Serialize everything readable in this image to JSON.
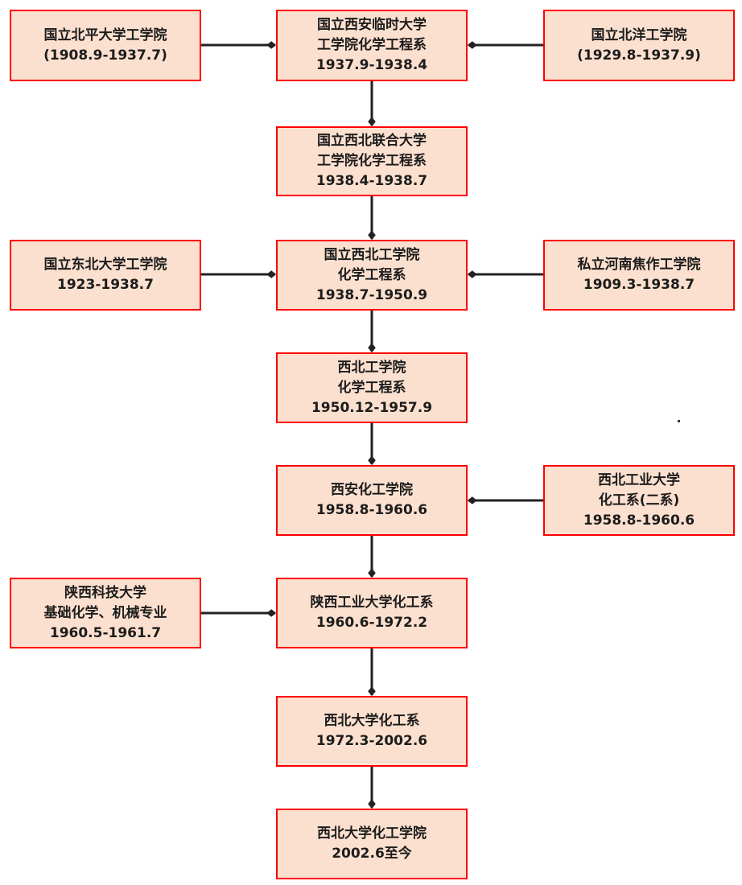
{
  "nodes": {
    "n1": {
      "lines": [
        "国立西安临时大学",
        "工学院化学工程系",
        "1937.9-1938.4"
      ]
    },
    "n2": {
      "lines": [
        "国立西北联合大学",
        "工学院化学工程系",
        "1938.4-1938.7"
      ]
    },
    "n3": {
      "lines": [
        "国立西北工学院",
        "化学工程系",
        "1938.7-1950.9"
      ]
    },
    "n4": {
      "lines": [
        "西北工学院",
        "化学工程系",
        "1950.12-1957.9"
      ]
    },
    "n5": {
      "lines": [
        "西安化工学院",
        "1958.8-1960.6"
      ]
    },
    "n6": {
      "lines": [
        "陕西工业大学化工系",
        "1960.6-1972.2"
      ]
    },
    "n7": {
      "lines": [
        "西北大学化工系",
        "1972.3-2002.6"
      ]
    },
    "n8": {
      "lines": [
        "西北大学化工学院",
        "2002.6至今"
      ]
    },
    "l1": {
      "lines": [
        "国立北平大学工学院",
        "(1908.9-1937.7)"
      ]
    },
    "r1": {
      "lines": [
        "国立北洋工学院",
        "(1929.8-1937.9)"
      ]
    },
    "l3": {
      "lines": [
        "国立东北大学工学院",
        "1923-1938.7"
      ]
    },
    "r3": {
      "lines": [
        "私立河南焦作工学院",
        "1909.3-1938.7"
      ]
    },
    "r5": {
      "lines": [
        "西北工业大学",
        "化工系(二系)",
        "1958.8-1960.6"
      ]
    },
    "l6": {
      "lines": [
        "陕西科技大学",
        "基础化学、机械专业",
        "1960.5-1961.7"
      ]
    }
  },
  "colors": {
    "fill": "#fce0cf",
    "border": "#ff0000",
    "connector": "#222222"
  }
}
